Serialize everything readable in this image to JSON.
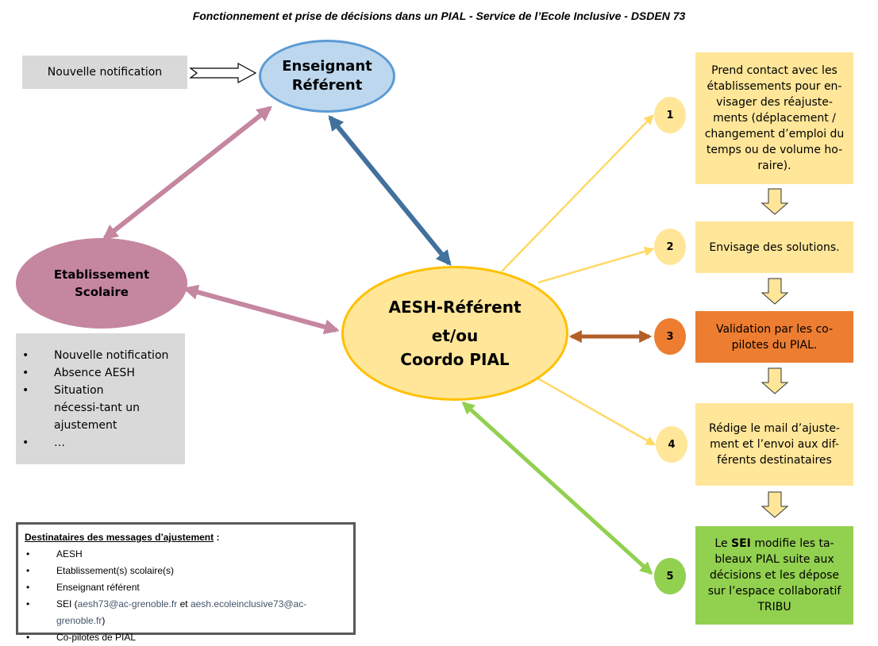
{
  "title": "Fonctionnement et prise de décisions dans un PIAL  - Service de l’Ecole Inclusive - DSDEN 73",
  "notification_box": {
    "label": "Nouvelle notification"
  },
  "nodes": {
    "enseignant": {
      "line1": "Enseignant",
      "line2": "Référent",
      "fill": "#bdd7ee",
      "border": "#5b9bd5"
    },
    "etablissement": {
      "line1": "Etablissement",
      "line2": "Scolaire",
      "fill": "#c5869f"
    },
    "aesh": {
      "line1": "AESH-Référent",
      "line2": "et/ou",
      "line3": "Coordo PIAL",
      "fill": "#ffe699",
      "border": "#ffc000"
    }
  },
  "situations": {
    "items": [
      "Nouvelle notification",
      "Absence AESH",
      "Situation nécessi-tant un ajustement",
      "…"
    ]
  },
  "steps": [
    {
      "number": "1",
      "text": "Prend contact avec les établissements pour en-visager des réajuste-ments (déplacement / changement d’emploi du temps ou de volume ho-raire).",
      "color": "#ffe699"
    },
    {
      "number": "2",
      "text": "Envisage des solutions.",
      "color": "#ffe699"
    },
    {
      "number": "3",
      "text": "Validation par les co-pilotes du PIAL.",
      "color": "#ed7d31"
    },
    {
      "number": "4",
      "text": "Rédige le mail d’ajuste-ment et l’envoi aux dif-férents destinataires",
      "color": "#ffe699"
    },
    {
      "number": "5",
      "text_pre": "Le ",
      "text_bold": "SEI",
      "text_post": " modifie les ta-bleaux PIAL suite aux décisions et les dépose sur l’espace collaboratif TRIBU",
      "color": "#92d050"
    }
  ],
  "recipients": {
    "title": "Destinataires  des messages d’ajustement",
    "title_suffix": " :",
    "items": [
      {
        "text": "AESH"
      },
      {
        "text": "Etablissement(s) scolaire(s)"
      },
      {
        "text": "Enseignant référent"
      },
      {
        "text": "SEI (",
        "mail1": "aesh73@ac-grenoble.fr",
        "mid": " et ",
        "mail2": "aesh.ecoleinclusive73@ac-grenoble.fr",
        "end": ")"
      },
      {
        "text": "Co-pilotes de PIAL"
      }
    ]
  },
  "colors": {
    "arrow_blue": "#41719c",
    "arrow_pink": "#c5869f",
    "arrow_brown": "#b25f27",
    "arrow_green": "#92d050",
    "arrow_yellow": "#ffd966"
  }
}
